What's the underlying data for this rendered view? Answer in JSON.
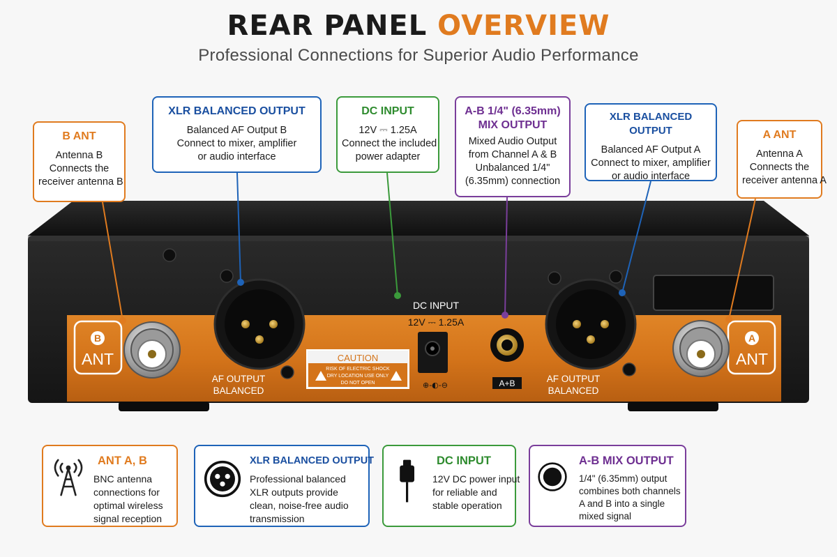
{
  "header": {
    "title_main": "REAR PANEL",
    "title_accent": "OVERVIEW",
    "subtitle": "Professional Connections for Superior Audio Performance"
  },
  "callouts": {
    "b_ant": {
      "title": "B ANT",
      "lines": [
        "Antenna B",
        "Connects the",
        "receiver antenna B"
      ]
    },
    "xlr_b": {
      "title": "XLR BALANCED OUTPUT",
      "lines": [
        "Balanced AF Output B",
        "Connect to mixer, amplifier",
        "or audio interface"
      ]
    },
    "dc": {
      "title": "DC INPUT",
      "lines": [
        "12V ⎓ 1.25A",
        "Connect the included",
        "power adapter"
      ]
    },
    "mix": {
      "title_lines": [
        "A-B 1/4\" (6.35mm)",
        "MIX OUTPUT"
      ],
      "lines": [
        "Mixed Audio Output",
        "from Channel A & B",
        "Unbalanced 1/4\"",
        "(6.35mm) connection"
      ]
    },
    "xlr_a": {
      "title": "XLR BALANCED OUTPUT",
      "lines": [
        "Balanced AF Output A",
        "Connect to mixer, amplifier",
        "or audio interface"
      ]
    },
    "a_ant": {
      "title": "A ANT",
      "lines": [
        "Antenna A",
        "Connects the",
        "receiver antenna A"
      ]
    }
  },
  "panel": {
    "b_letter": "B",
    "b_ant": "ANT",
    "a_letter": "A",
    "a_ant": "ANT",
    "af_output_b": [
      "AF OUTPUT",
      "BALANCED"
    ],
    "af_output_a": [
      "AF OUTPUT",
      "BALANCED"
    ],
    "dc_input": "DC INPUT",
    "dc_rating": "12V ⎓ 1.25A",
    "mix_label": "A+B",
    "caution_title": "CAUTION",
    "caution_lines": [
      "RISK OF ELECTRIC SHOCK",
      "DRY LOCATION USE ONLY",
      "DO NOT OPEN"
    ],
    "polarity": "⊕-◐-⊖"
  },
  "cards": [
    {
      "icon": "antenna-icon",
      "title": "ANT A, B",
      "lines": [
        "BNC antenna",
        "connections for",
        "optimal wireless",
        "signal reception"
      ]
    },
    {
      "icon": "xlr-connector-icon",
      "title": "XLR BALANCED OUTPUT",
      "lines": [
        "Professional balanced",
        "XLR outputs provide",
        "clean, noise-free audio",
        "transmission"
      ]
    },
    {
      "icon": "power-adapter-icon",
      "title": "DC INPUT",
      "lines": [
        "12V DC power input",
        "for reliable and",
        "stable operation"
      ]
    },
    {
      "icon": "jack-icon",
      "title": "A-B MIX OUTPUT",
      "lines": [
        "1/4\" (6.35mm) output",
        "combines both channels",
        "A and B into a single",
        "mixed signal"
      ]
    }
  ],
  "colors": {
    "accent_orange": "#e07b1f",
    "blue": "#1e63b8",
    "green": "#3b9a3b",
    "purple": "#7a3e9b",
    "chassis": "#1d1d1d",
    "panel_orange": "#d4741a"
  }
}
